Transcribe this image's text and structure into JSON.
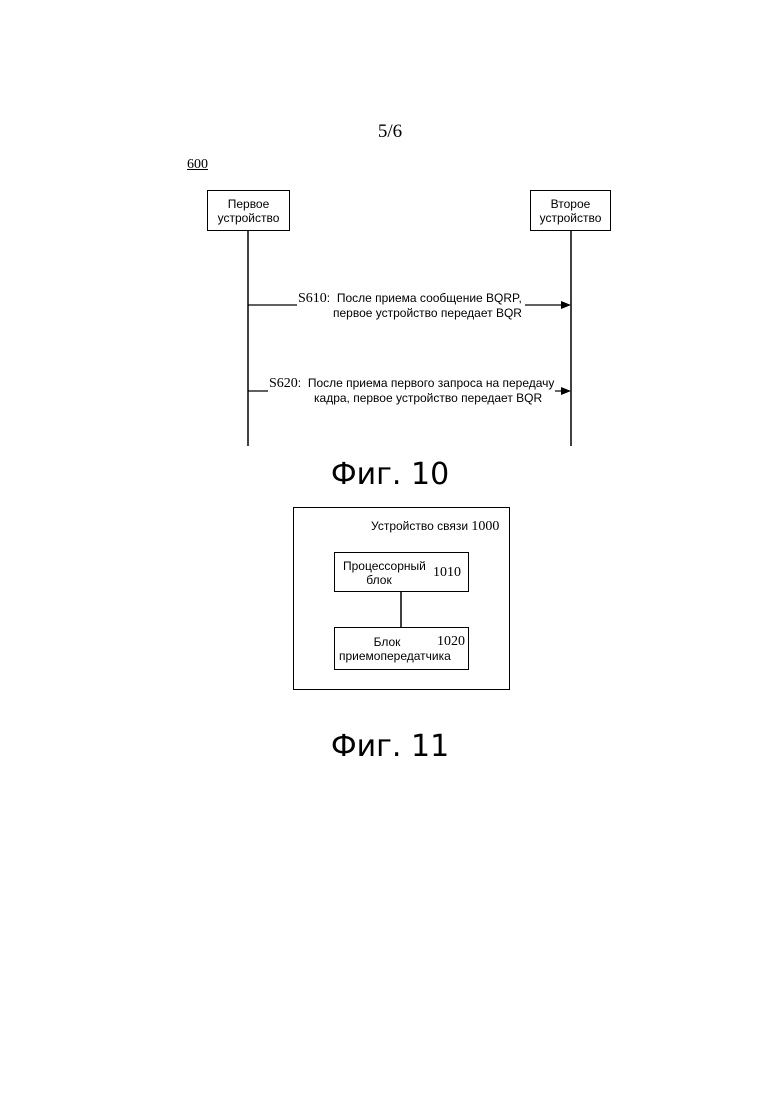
{
  "sheet": {
    "page_number": "5/6"
  },
  "fig10": {
    "ref": "600",
    "participants": {
      "first": "Первое устройство",
      "second": "Второе устройство"
    },
    "messages": [
      {
        "step": "S610",
        "line1": "После приема сообщение BQRP,",
        "line2": "первое устройство передает BQR"
      },
      {
        "step": "S620",
        "line1": "После приема первого запроса на передачу",
        "line2": "кадра, первое устройство передает BQR"
      }
    ],
    "caption": "Фиг. 10"
  },
  "fig11": {
    "outer_label": "Устройство связи",
    "outer_ref": "1000",
    "processor_label": "Процессорный блок",
    "processor_ref": "1010",
    "transceiver_label": "Блок приемопередатчика",
    "transceiver_ref": "1020",
    "caption": "Фиг. 11"
  }
}
